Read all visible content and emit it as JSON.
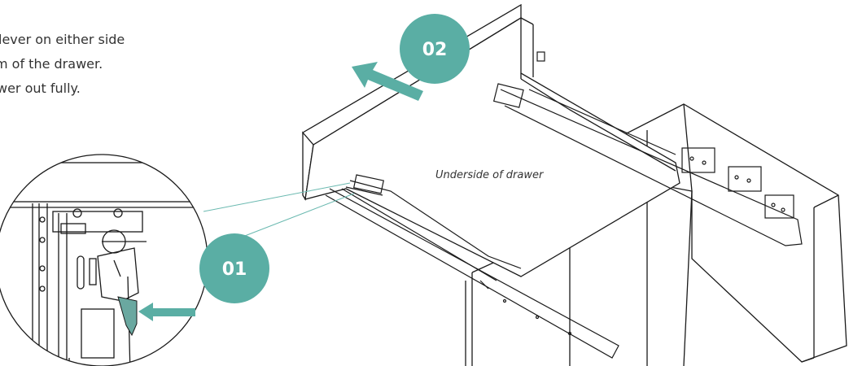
{
  "instructions": {
    "line1": "lever on either side",
    "line2": "m of the drawer.",
    "line3": "wer out fully."
  },
  "steps": [
    {
      "label": "01"
    },
    {
      "label": "02"
    }
  ],
  "caption": "Underside of drawer",
  "colors": {
    "accent": "#5aaea4",
    "line": "#1a1a1a",
    "text": "#333333"
  }
}
